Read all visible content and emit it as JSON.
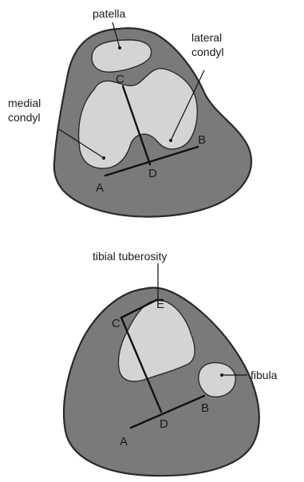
{
  "top_diagram": {
    "labels": {
      "patella": "patella",
      "lateral_condyl": [
        "lateral",
        "condyl"
      ],
      "medial_condyl": [
        "medial",
        "condyl"
      ]
    },
    "points": {
      "A": "A",
      "B": "B",
      "C": "C",
      "D": "D"
    }
  },
  "bottom_diagram": {
    "labels": {
      "tibial_tuberosity": "tibial tuberosity",
      "fibula": "fibula"
    },
    "points": {
      "A": "A",
      "B": "B",
      "C": "C",
      "D": "D",
      "E": "E"
    }
  },
  "colors": {
    "outer_fill": "#7a7a7a",
    "bone_fill": "#d4d4d4",
    "outline": "#2a2a2a",
    "line": "#111111"
  }
}
